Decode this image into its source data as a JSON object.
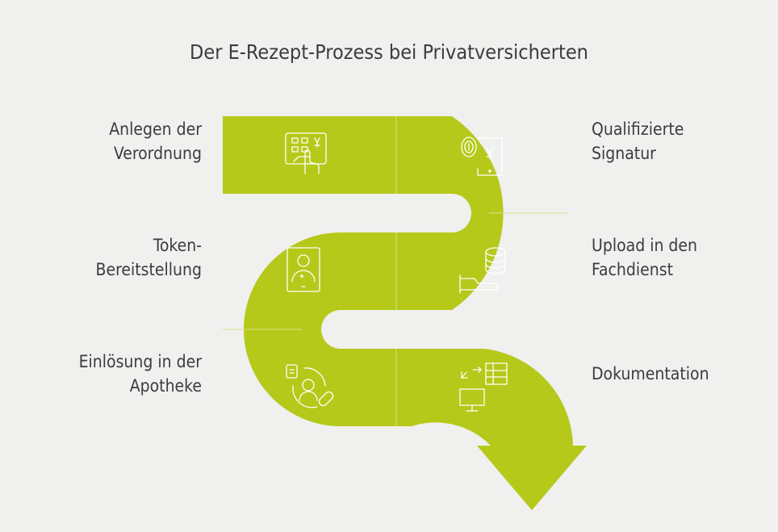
{
  "title": "Der E-Rezept-Prozess bei Privatversicherten",
  "colors": {
    "band": "#b5c91a",
    "divider": "#d7e28a",
    "background": "#f0f0ef",
    "icon": "#ffffff"
  },
  "steps": [
    {
      "id": 1,
      "lines": [
        "Anlegen der",
        "Verordnung"
      ],
      "icon": "keypad-touch-icon"
    },
    {
      "id": 2,
      "lines": [
        "Qualifizierte",
        "Signatur"
      ],
      "icon": "fingerprint-phone-icon"
    },
    {
      "id": 3,
      "lines": [
        "Upload in den",
        "Fachdienst"
      ],
      "icon": "database-upload-icon"
    },
    {
      "id": 4,
      "lines": [
        "Token-",
        "Bereitstellung"
      ],
      "icon": "id-card-icon"
    },
    {
      "id": 5,
      "lines": [
        "Einlösung in der",
        "Apotheke"
      ],
      "icon": "pharmacy-person-pill-icon"
    },
    {
      "id": 6,
      "lines": [
        "Dokumentation"
      ],
      "icon": "monitor-table-icon"
    }
  ]
}
